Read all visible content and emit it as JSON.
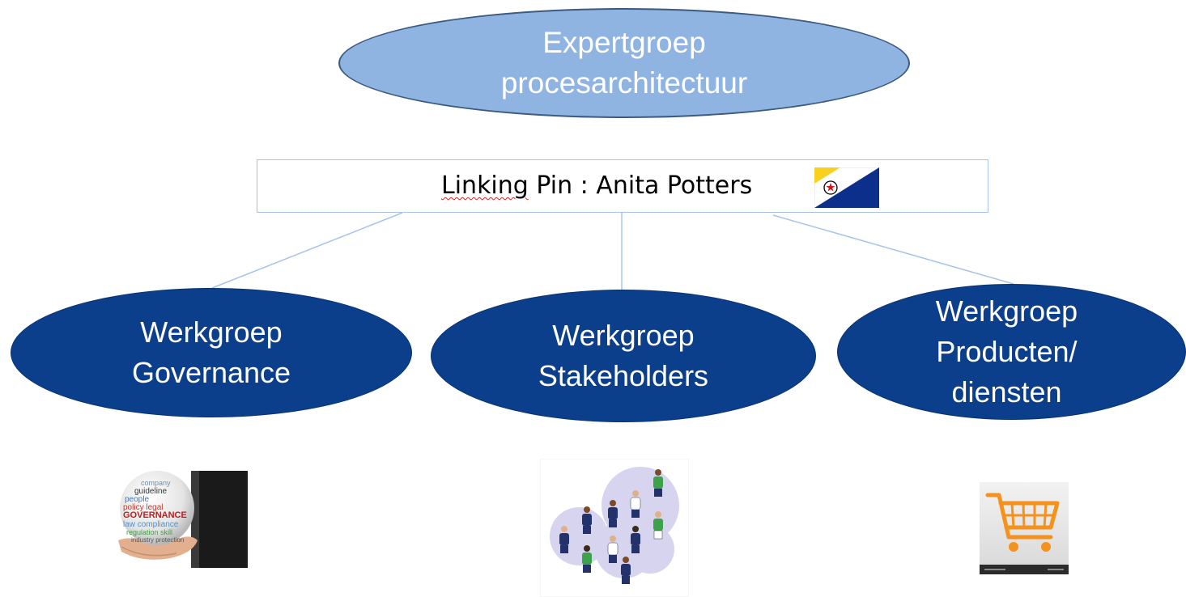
{
  "top_group": {
    "line1": "Expertgroep",
    "line2": "procesarchitectuur"
  },
  "linking_pin": {
    "word1": "Linking",
    "rest": " Pin : Anita Potters"
  },
  "workgroups": [
    {
      "line1": "Werkgroep",
      "line2": "Governance"
    },
    {
      "line1": "Werkgroep",
      "line2": "Stakeholders"
    },
    {
      "line1": "Werkgroep",
      "line2": "Producten/",
      "line3": "diensten"
    }
  ],
  "governance_image": {
    "words": [
      "company",
      "guideline",
      "people",
      "policy legal",
      "GOVERNANCE",
      "law compliance",
      "regulation skill",
      "industry protection"
    ]
  },
  "icons": [
    "bonaire-flag-icon",
    "governance-globe-image",
    "stakeholders-people-image",
    "shopping-cart-icon"
  ],
  "colors": {
    "top_fill": "#8fb4e1",
    "group_fill": "#0b3f8c",
    "connector": "#a9c4e6",
    "cart": "#f5921e"
  }
}
